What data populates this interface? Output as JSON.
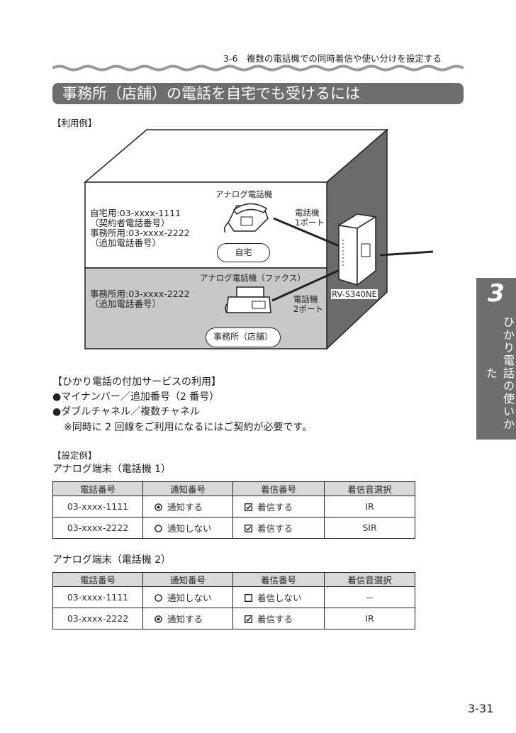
{
  "header": {
    "section_title": "3-6　複数の電話機での同時着信や使い分けを設定する"
  },
  "heading": "事務所（店舗）の電話を自宅でも受けるには",
  "usage_label": "【利用例】",
  "diagram": {
    "upper_phone_label": "アナログ電話機",
    "upper_numbers": [
      "自宅用:03-xxxx-1111",
      "（契約者電話番号）",
      "事務所用:03-xxxx-2222",
      "（追加電話番号）"
    ],
    "port1_label": [
      "電話機",
      "1ポート"
    ],
    "home_badge": "自宅",
    "lower_phone_label": "アナログ電話機（ファクス）",
    "lower_numbers": [
      "事務所用:03-xxxx-2222",
      "（追加電話番号）"
    ],
    "port2_label": [
      "電話機",
      "2ポート"
    ],
    "office_badge": "事務所（店舗）",
    "router_label": "RV-S340NE"
  },
  "services": {
    "title": "【ひかり電話の付加サービスの利用】",
    "items": [
      "●マイナンバー／追加番号（2 番号）",
      "●ダブルチャネル／複数チャネル"
    ],
    "note": "※同時に 2 回線をご利用になるにはご契約が必要です。"
  },
  "settings": {
    "label": "【設定例】",
    "columns": [
      "電話番号",
      "通知番号",
      "着信番号",
      "着信音選択"
    ],
    "tables": [
      {
        "title": "アナログ端末（電話機 1）",
        "rows": [
          {
            "number": "03-xxxx-1111",
            "notify_icon": "radio-selected-icon",
            "notify": "通知する",
            "incoming_icon": "checkbox-checked-icon",
            "incoming": "着信する",
            "ring": "IR"
          },
          {
            "number": "03-xxxx-2222",
            "notify_icon": "radio-empty-icon",
            "notify": "通知しない",
            "incoming_icon": "checkbox-checked-icon",
            "incoming": "着信する",
            "ring": "SIR"
          }
        ]
      },
      {
        "title": "アナログ端末（電話機 2）",
        "rows": [
          {
            "number": "03-xxxx-1111",
            "notify_icon": "radio-empty-icon",
            "notify": "通知しない",
            "incoming_icon": "checkbox-empty-icon",
            "incoming": "着信しない",
            "ring": "－"
          },
          {
            "number": "03-xxxx-2222",
            "notify_icon": "radio-selected-icon",
            "notify": "通知する",
            "incoming_icon": "checkbox-checked-icon",
            "incoming": "着信する",
            "ring": "IR"
          }
        ]
      }
    ]
  },
  "side_tab": {
    "number": "3",
    "label": "ひかり電話の使いかた"
  },
  "page_number": "3-31",
  "colors": {
    "tab_gray": "#6e6e6e",
    "header_gray": "#d9d9d9",
    "wall_gray": "#6b6b6b",
    "floor_gray": "#c8c8c8"
  }
}
